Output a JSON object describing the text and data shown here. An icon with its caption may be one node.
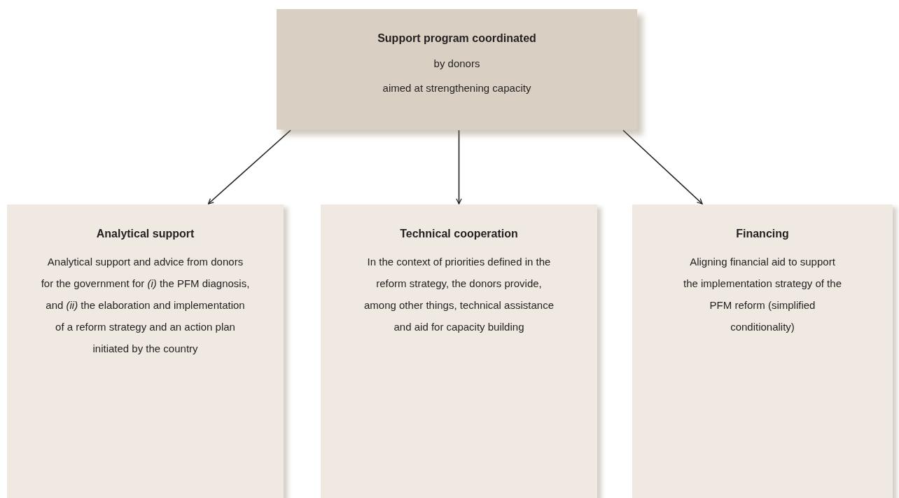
{
  "diagram": {
    "nodes": [
      {
        "text": [
          "Support program coordinated",
          "by donors",
          "aimed at strengthening capacity"
        ]
      },
      {
        "text": [
          "Analytical support",
          "Analytical support and advice from donors for the government for *(i)* the PFM diagnosis, and *(ii)* the elaboration and implementation of a reform strategy and an action plan initiated by the country"
        ]
      },
      {
        "text": [
          "Technical cooperation",
          "In the context of priorities defined in the reform strategy, the donors provide, among other things, technical assistance and aid for capacity building"
        ]
      },
      {
        "text": [
          "Financing",
          "Aligning financial aid to support the implementation strategy of the PFM reform (simplified conditionality)"
        ]
      }
    ],
    "edges": [
      {
        "from": 0,
        "to": 1,
        "arrow": "to"
      },
      {
        "from": 0,
        "to": 2,
        "arrow": "to"
      },
      {
        "from": 0,
        "to": 3,
        "arrow": "to"
      }
    ]
  }
}
